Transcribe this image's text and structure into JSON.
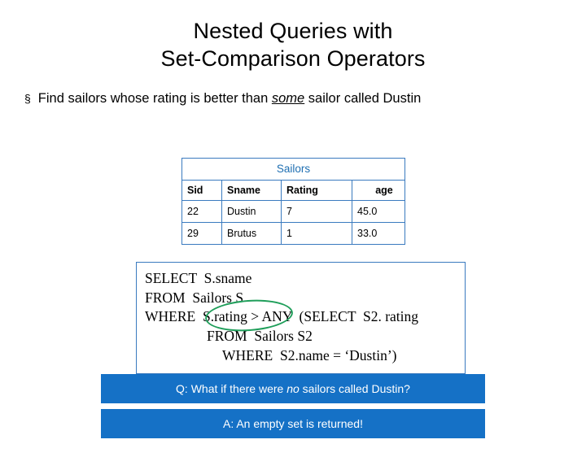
{
  "slide": {
    "title_line1": "Nested Queries with",
    "title_line2": "Set-Comparison Operators",
    "bullet_marker": "§",
    "bullet_prefix": "Find sailors whose rating is better than ",
    "bullet_emphasis": "some",
    "bullet_suffix": " sailor called Dustin"
  },
  "table": {
    "caption": "Sailors",
    "headers": [
      "Sid",
      "Sname",
      "Rating",
      "age"
    ],
    "rows": [
      [
        "22",
        "Dustin",
        "7",
        "45.0"
      ],
      [
        "29",
        "Brutus",
        "1",
        "33.0"
      ]
    ]
  },
  "sql": {
    "line1": "SELECT  S.sname",
    "line2": "FROM  Sailors S",
    "line3": "WHERE  S.rating > ANY  (SELECT  S2. rating",
    "line4": "FROM  Sailors S2",
    "line5": "WHERE  S2.name = ‘Dustin’)",
    "highlight_color": "#1f9e5a"
  },
  "banners": {
    "question_prefix": "Q: What if there were ",
    "question_emphasis": "no",
    "question_suffix": " sailors called Dustin?",
    "answer": "A: An empty set is returned!",
    "color": "#1571c6"
  }
}
